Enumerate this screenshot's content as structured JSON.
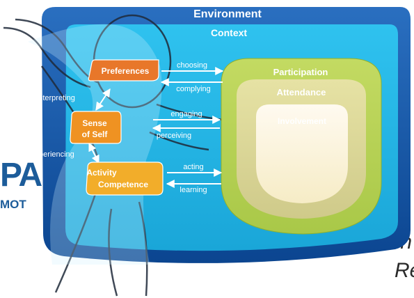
{
  "diagram": {
    "environment_label": "Environment",
    "context_label": "Context",
    "nodes": {
      "preferences": "Preferences",
      "sense_of_self_line1": "Sense",
      "sense_of_self_line2": "of Self",
      "activity_competence_line1": "Activity",
      "activity_competence_line2": "Competence"
    },
    "side_labels": {
      "interpreting": "Interpreting",
      "experiencing": "Experiencing"
    },
    "arrow_labels": {
      "choosing": "choosing",
      "complying": "complying",
      "engaging": "engaging",
      "perceiving": "perceiving",
      "acting": "acting",
      "learning": "learning"
    },
    "rings": {
      "participation": "Participation",
      "attendance": "Attendance",
      "involvement": "Involvement"
    }
  },
  "background": {
    "logo_letters": "PA",
    "logo_subtext": "MOT",
    "line1": "In",
    "line2": "Re"
  },
  "colors": {
    "environment_blue": "#0d4f9c",
    "context_cyan": "#22b6e4",
    "preferences_orange": "#e8772a",
    "sense_orange": "#ef9222",
    "competence_orange": "#f2ad2a",
    "participation_green": "#b3cf4e",
    "attendance_tan": "#d5d296",
    "involvement_cream": "#fbf4da"
  }
}
